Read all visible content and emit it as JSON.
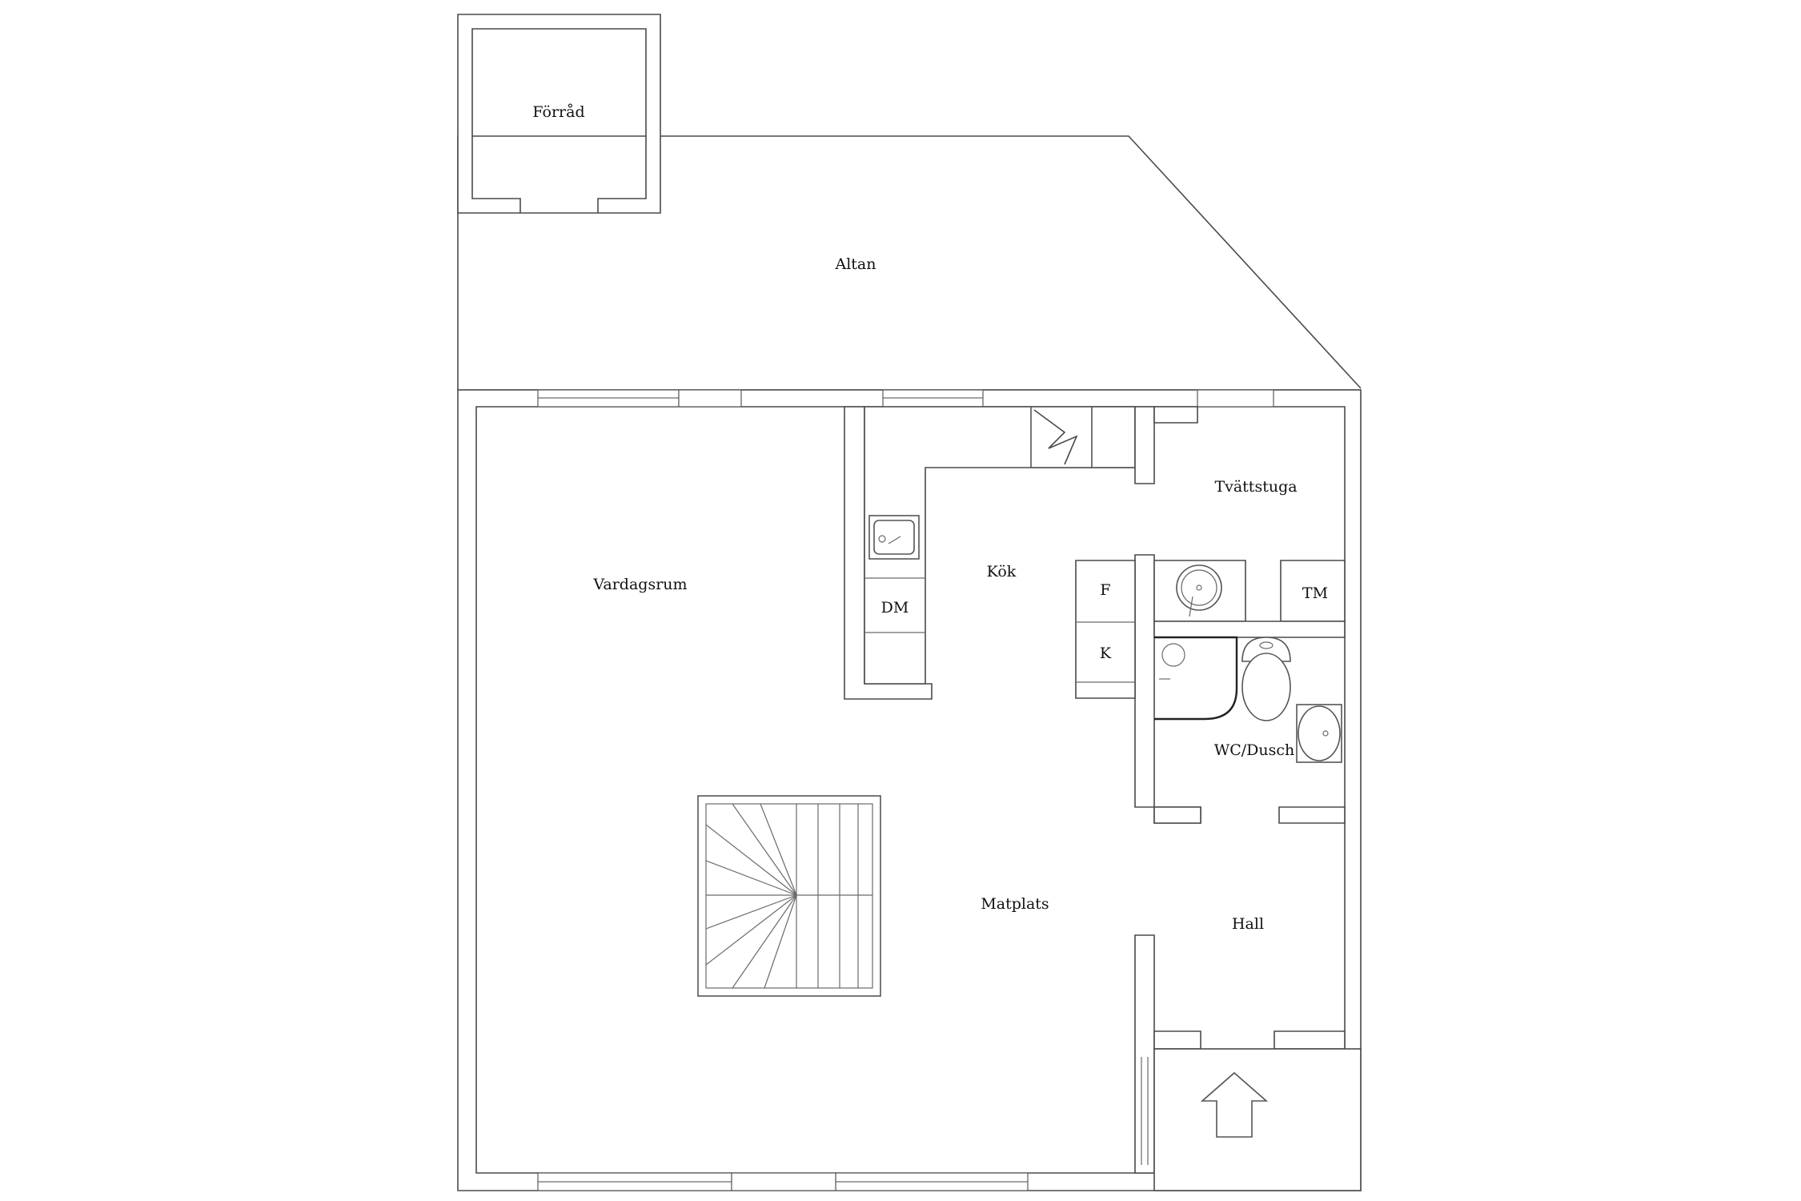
{
  "rooms": {
    "forrad": "Förråd",
    "altan": "Altan",
    "vardagsrum": "Vardagsrum",
    "kok": "Kök",
    "tvattstuga": "Tvättstuga",
    "wc_dusch": "WC/Dusch",
    "matplats": "Matplats",
    "hall": "Hall"
  },
  "appliances": {
    "dm": "DM",
    "f": "F",
    "k": "K",
    "tm": "TM"
  },
  "icons": {
    "chimney": "fireplace-icon",
    "kitchen_sink": "kitchen-sink-icon",
    "laundry_sink": "round-sink-icon",
    "shower": "shower-icon",
    "toilet": "toilet-icon",
    "washbasin": "washbasin-icon",
    "stairs": "staircase-icon",
    "entrance": "entrance-arrow-icon"
  }
}
